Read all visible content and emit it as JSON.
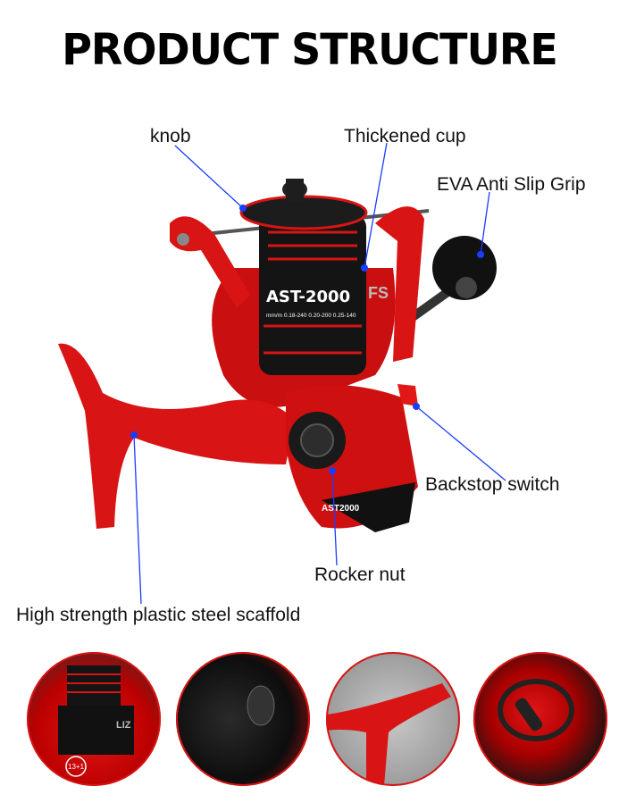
{
  "title": "PRODUCT STRUCTURE",
  "labels": {
    "knob": "knob",
    "thickened_cup": "Thickened cup",
    "eva_grip": "EVA Anti Slip Grip",
    "backstop": "Backstop switch",
    "rocker_nut": "Rocker nut",
    "scaffold": "High strength plastic steel scaffold"
  },
  "reel_text": {
    "model": "AST-2000",
    "brand_fragment": "FS",
    "line_capacity": "mm/m 0.18-240  0.20-200  0.25-140",
    "base_model": "AST2000"
  },
  "detail_text": {
    "spool_brand": "LIZ",
    "bearing_badge": "13+1"
  },
  "colors": {
    "accent_red": "#d81414",
    "leader_blue": "#1a3cff",
    "dark": "#151515"
  }
}
